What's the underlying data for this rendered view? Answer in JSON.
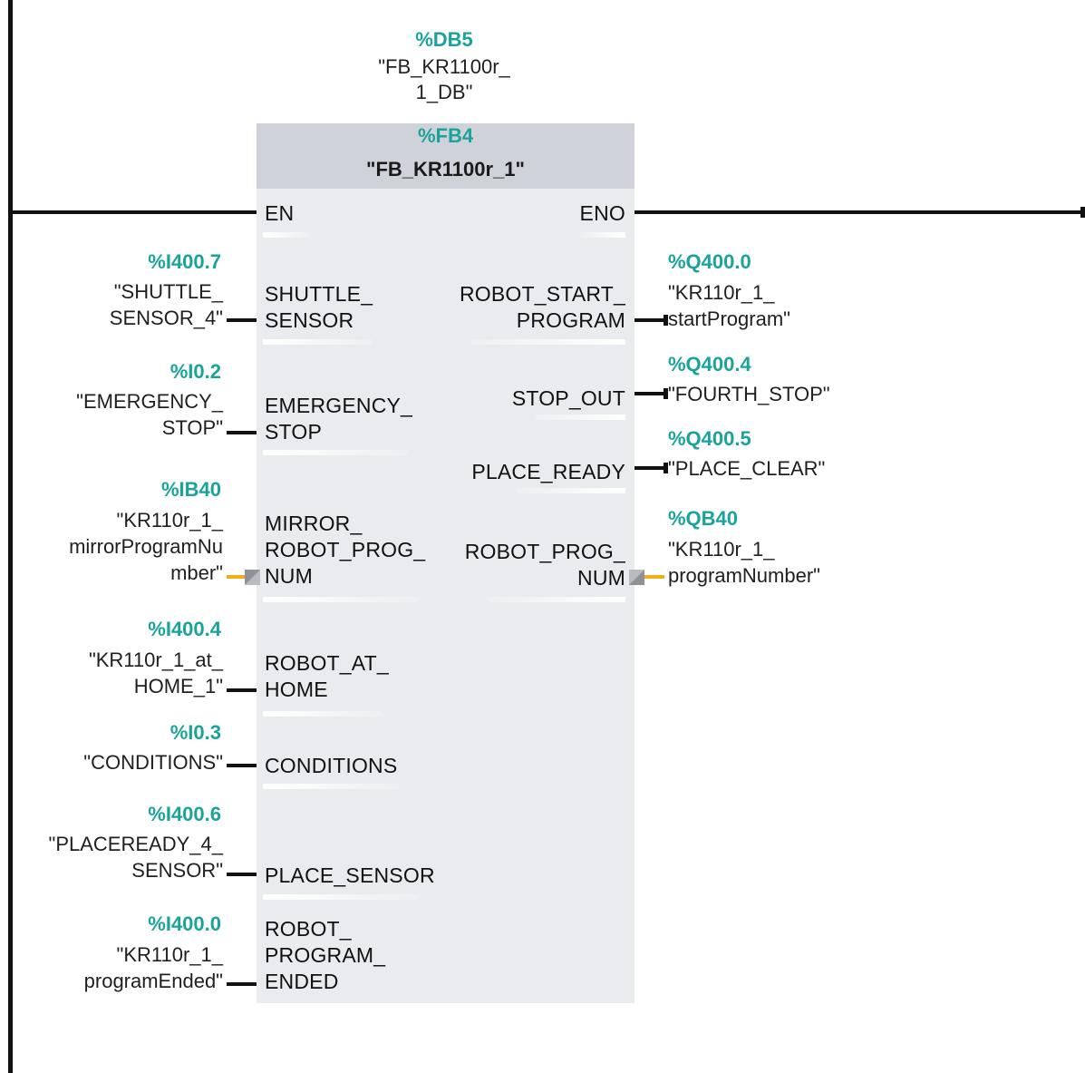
{
  "instance_db": {
    "address": "%DB5",
    "name": "\"FB_KR1100r_\n1_DB\""
  },
  "block": {
    "address": "%FB4",
    "name": "\"FB_KR1100r_1\""
  },
  "pins": {
    "en": "EN",
    "eno": "ENO",
    "inputs": [
      {
        "pin": "SHUTTLE_\nSENSOR",
        "address": "%I400.7",
        "tag": "\"SHUTTLE_\nSENSOR_4\""
      },
      {
        "pin": "EMERGENCY_\nSTOP",
        "address": "%I0.2",
        "tag": "\"EMERGENCY_\nSTOP\""
      },
      {
        "pin": "MIRROR_\nROBOT_PROG_\nNUM",
        "address": "%IB40",
        "tag": "\"KR110r_1_\nmirrorProgramNu\nmber\""
      },
      {
        "pin": "ROBOT_AT_\nHOME",
        "address": "%I400.4",
        "tag": "\"KR110r_1_at_\nHOME_1\""
      },
      {
        "pin": "CONDITIONS",
        "address": "%I0.3",
        "tag": "\"CONDITIONS\""
      },
      {
        "pin": "PLACE_SENSOR",
        "address": "%I400.6",
        "tag": "\"PLACEREADY_4_\nSENSOR\""
      },
      {
        "pin": "ROBOT_\nPROGRAM_\nENDED",
        "address": "%I400.0",
        "tag": "\"KR110r_1_\nprogramEnded\""
      }
    ],
    "outputs": [
      {
        "pin": "ROBOT_START_\nPROGRAM",
        "address": "%Q400.0",
        "tag": "\"KR110r_1_\nstartProgram\""
      },
      {
        "pin": "STOP_OUT",
        "address": "%Q400.4",
        "tag": "\"FOURTH_STOP\""
      },
      {
        "pin": "PLACE_READY",
        "address": "%Q400.5",
        "tag": "\"PLACE_CLEAR\""
      },
      {
        "pin": "ROBOT_PROG_\nNUM",
        "address": "%QB40",
        "tag": "\"KR110r_1_\nprogramNumber\""
      }
    ]
  },
  "colors": {
    "address": "#1aa39a",
    "byte_wire": "#f0ad1e",
    "block_body": "#e9ebee",
    "block_header": "#cfd3d9"
  }
}
